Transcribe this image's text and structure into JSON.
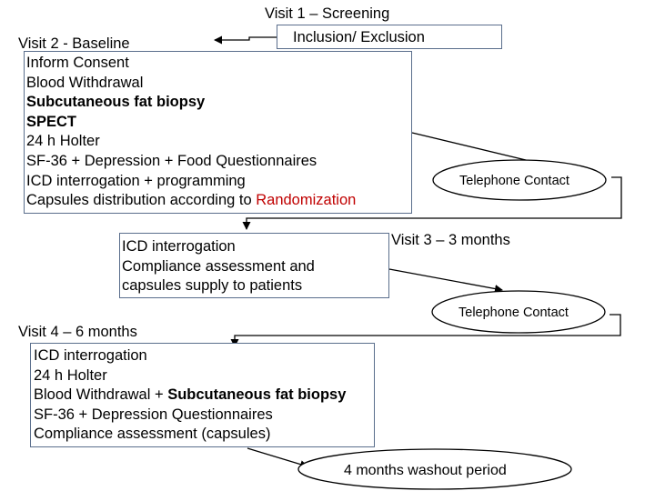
{
  "visit1": {
    "title": "Visit 1 –  Screening",
    "box_text": "Inclusion/ Exclusion"
  },
  "visit2": {
    "title": "Visit 2 - Baseline",
    "lines": [
      {
        "text": " Inform Consent"
      },
      {
        "text": "Blood Withdrawal"
      },
      {
        "text": " Subcutaneous fat biopsy"
      },
      {
        "text": " SPECT"
      },
      {
        "text": " 24 h Holter"
      },
      {
        "text": " SF-36 + Depression + Food Questionnaires"
      },
      {
        "text": " ICD interrogation + programming"
      },
      {
        "text_a": "Capsules distribution according to ",
        "text_b": "Randomization"
      }
    ],
    "accent_color": "#c00000"
  },
  "telephone_1": "Telephone Contact",
  "visit3": {
    "title": "Visit 3 – 3 months",
    "lines": [
      " ICD interrogation",
      "Compliance assessment and",
      " capsules supply to patients"
    ]
  },
  "telephone_2": "Telephone Contact",
  "visit4": {
    "title": "Visit 4 – 6 months",
    "lines": [
      {
        "text": "ICD interrogation"
      },
      {
        "text": "24 h Holter"
      },
      {
        "text_a": "Blood Withdrawal + ",
        "text_b": "Subcutaneous fat biopsy"
      },
      {
        "text": "SF-36 + Depression Questionnaires"
      },
      {
        "text": "Compliance assessment (capsules)"
      }
    ]
  },
  "washout": "4 months washout period",
  "colors": {
    "box_border": "#5a6e8c",
    "text": "#000000",
    "highlight": "#c00000"
  }
}
